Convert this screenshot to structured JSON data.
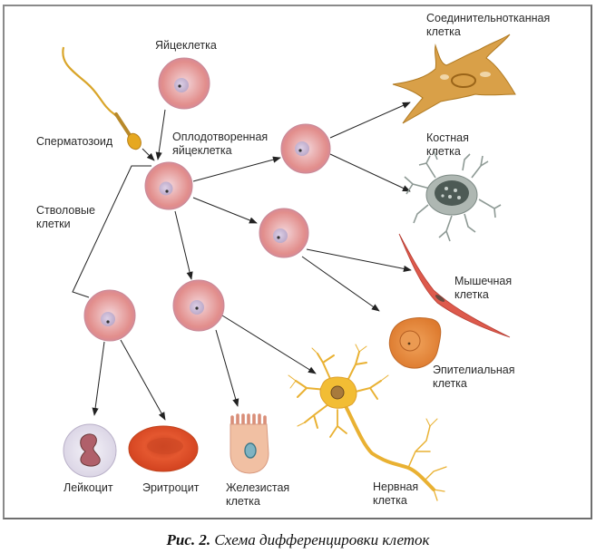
{
  "figure": {
    "caption_prefix": "Рис. 2.",
    "caption_text": "Схема дифференцировки клеток"
  },
  "labels": {
    "egg": "Яйцеклетка",
    "sperm": "Сперматозоид",
    "zygote": "Оплодотворенная\nяйцеклетка",
    "stem_cells": "Стволовые\nклетки",
    "connective": "Соединительнотканная\nклетка",
    "bone": "Костная\nклетка",
    "muscle": "Мышечная\nклетка",
    "epithelial": "Эпителиальная\nклетка",
    "nerve": "Нервная\nклетка",
    "glandular": "Железистая\nклетка",
    "erythrocyte": "Эритроцит",
    "leukocyte": "Лейкоцит"
  },
  "colors": {
    "stem_cell_fill": "#e79a98",
    "stem_cell_edge": "#c97a86",
    "nucleus": "#c9b8d4",
    "connective": "#d9a048",
    "bone": "#a9b3ad",
    "muscle": "#d9534a",
    "epithelial": "#e3853a",
    "nerve": "#f0b82e",
    "glandular": "#f1c0a3",
    "erythrocyte": "#e0502e",
    "leukocyte": "#e7e2ee",
    "sperm": "#d9a52a",
    "arrow": "#222222"
  }
}
